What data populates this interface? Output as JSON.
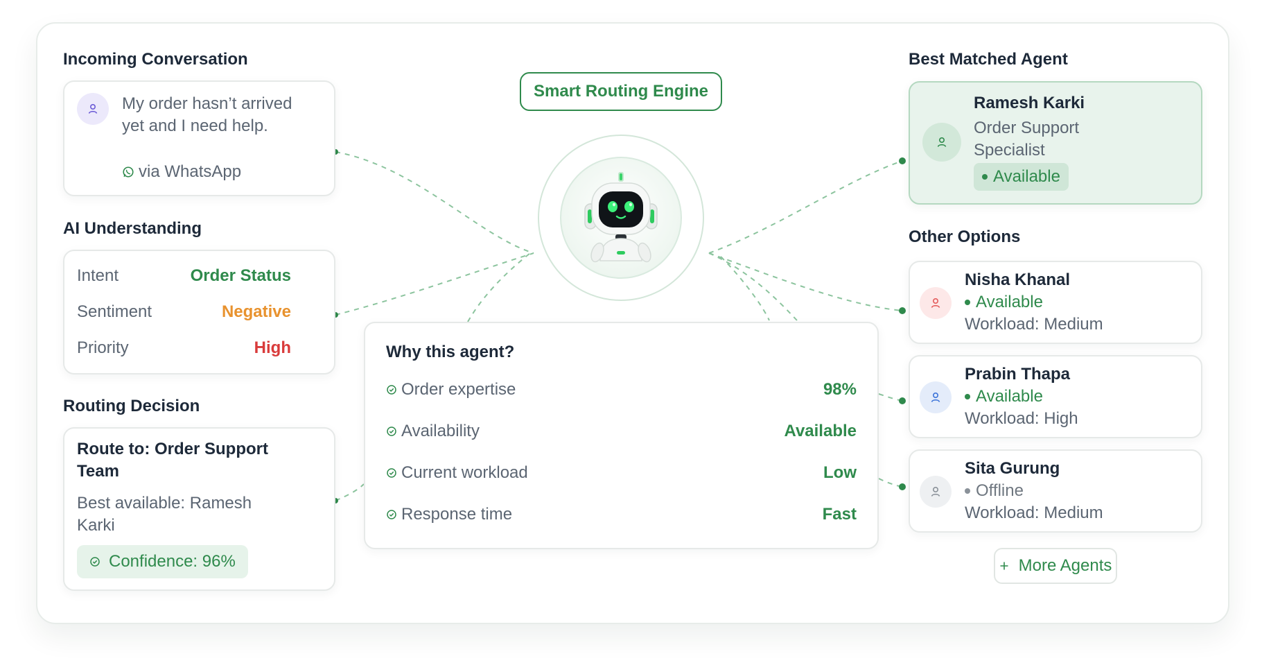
{
  "engine": {
    "label": "Smart Routing Engine"
  },
  "incoming": {
    "title": "Incoming Conversation",
    "message": "My order hasn’t arrived yet and I need help.",
    "channel": "via WhatsApp"
  },
  "ai": {
    "title": "AI Understanding",
    "rows": [
      {
        "key": "Intent",
        "value": "Order Status",
        "color": "#2f8a4c"
      },
      {
        "key": "Sentiment",
        "value": "Negative",
        "color": "#e8922e"
      },
      {
        "key": "Priority",
        "value": "High",
        "color": "#d93b3b"
      }
    ]
  },
  "routing": {
    "title": "Routing Decision",
    "route": "Route to: Order Support Team",
    "best": "Best available: Ramesh Karki",
    "confidence": "Confidence: 96%"
  },
  "why": {
    "title": "Why this agent?",
    "rows": [
      {
        "key": "Order expertise",
        "value": "98%"
      },
      {
        "key": "Availability",
        "value": "Available"
      },
      {
        "key": "Current workload",
        "value": "Low"
      },
      {
        "key": "Response time",
        "value": "Fast"
      }
    ]
  },
  "best": {
    "title": "Best Matched Agent",
    "name": "Ramesh Karki",
    "role": "Order Support Specialist",
    "status": "Available"
  },
  "others": {
    "title": "Other Options",
    "agents": [
      {
        "name": "Nisha Khanal",
        "status": "Available",
        "workload": "Workload: Medium",
        "accent": "#e45b5b",
        "avatar_bg": "#fde8e8",
        "status_color": "#2f8a4c"
      },
      {
        "name": "Prabin Thapa",
        "status": "Available",
        "workload": "Workload: High",
        "accent": "#3b73d9",
        "avatar_bg": "#e4ecfa",
        "status_color": "#2f8a4c"
      },
      {
        "name": "Sita Gurung",
        "status": "Offline",
        "workload": "Workload: Medium",
        "accent": "#8a9199",
        "avatar_bg": "#eef0f2",
        "status_color": "#7d848c"
      }
    ],
    "more_label": "More Agents"
  },
  "colors": {
    "accent": "#2f8a4c",
    "negative": "#e8922e",
    "high": "#d93b3b"
  },
  "icons": [
    "user-icon",
    "whatsapp-icon",
    "check-circle-icon",
    "robot-icon",
    "plus-icon"
  ]
}
